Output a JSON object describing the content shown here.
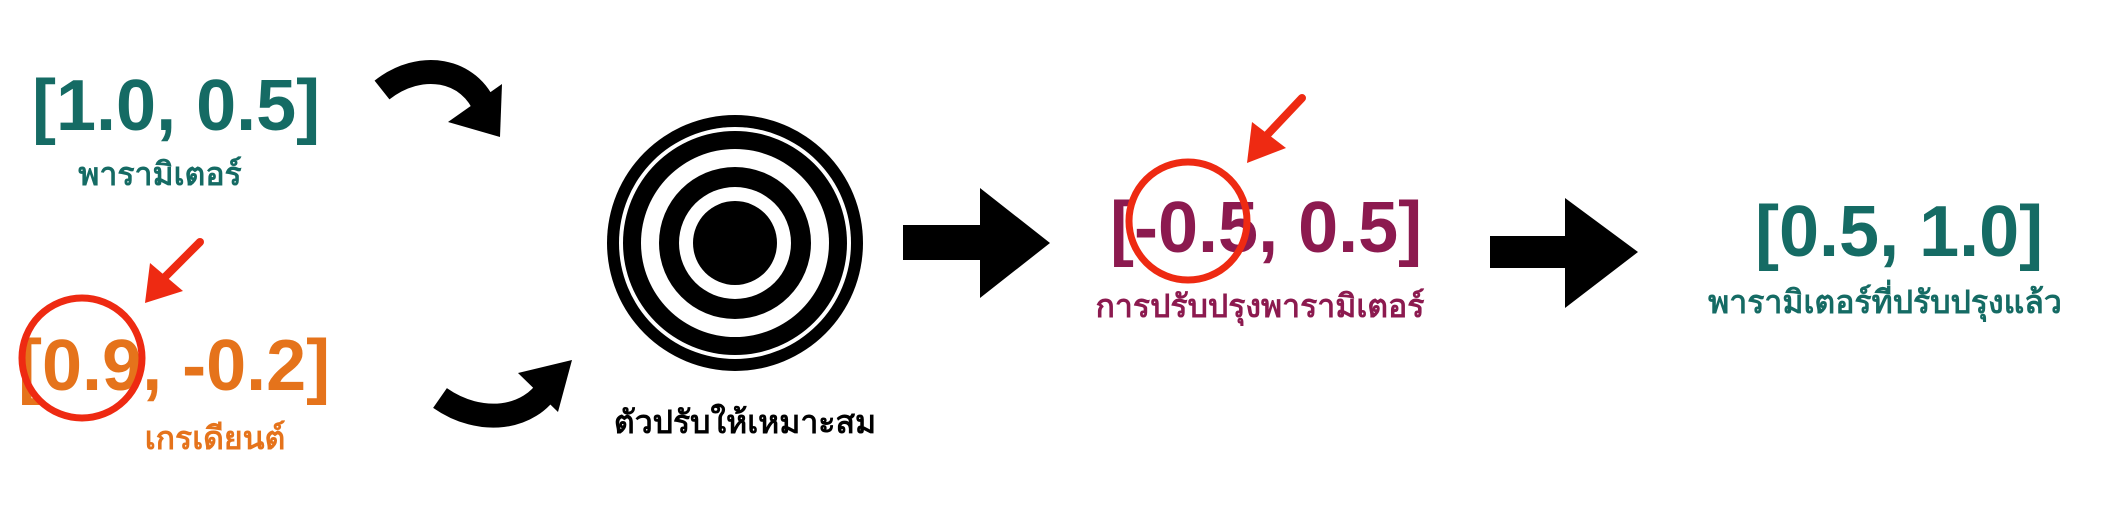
{
  "colors": {
    "teal": "#156b64",
    "orange": "#e5731b",
    "maroon": "#8c1a4f",
    "highlight_red": "#ee2a12",
    "black": "#000000"
  },
  "parameters": {
    "vector": "[1.0, 0.5]",
    "label": "พารามิเตอร์"
  },
  "gradient": {
    "open_bracket": "[",
    "first_value": "0.9",
    "rest": ", -0.2]",
    "label": "เกรเดียนต์"
  },
  "optimizer": {
    "label": "ตัวปรับให้เหมาะสม",
    "icon": "target-icon"
  },
  "update": {
    "open_bracket": "[",
    "first_value": "-0.5",
    "rest": ", 0.5]",
    "label": "การปรับปรุงพารามิเตอร์"
  },
  "updated_parameters": {
    "vector": "[0.5, 1.0]",
    "label": "พารามิเตอร์ที่ปรับปรุงแล้ว"
  },
  "icons": [
    "curved-arrow-icon",
    "curved-arrow-icon",
    "right-arrow-icon",
    "right-arrow-icon",
    "pointer-arrow-icon",
    "pointer-arrow-icon",
    "highlight-circle-icon",
    "highlight-circle-icon"
  ]
}
